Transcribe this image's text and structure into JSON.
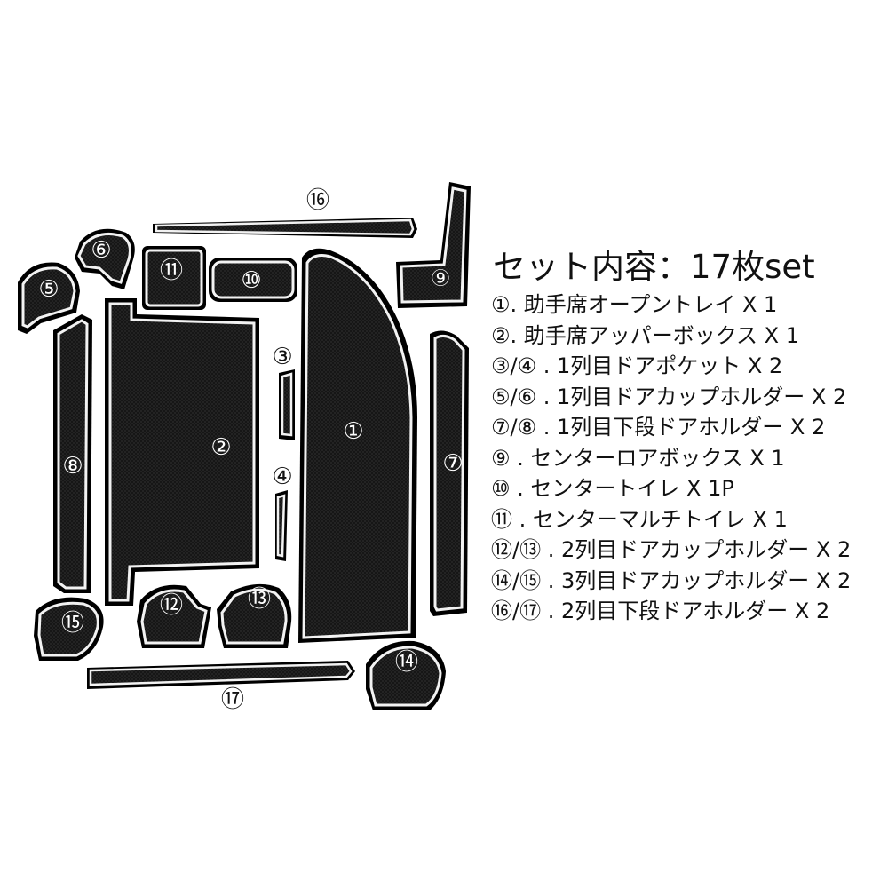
{
  "set_title": "セット内容：17枚set",
  "items": [
    "①. 助手席オープントレイ X 1",
    "②. 助手席アッパーボックス X 1",
    "③/④ . 1列目ドアポケット X 2",
    "⑤/⑥ . 1列目ドアカップホルダー X 2",
    "⑦/⑧ . 1列目下段ドアホルダー X 2",
    "⑨ . センターロアボックス X 1",
    "⑩ . センタートイレ X 1P",
    "⑪ . センターマルチトイレ X 1",
    "⑫/⑬ . 2列目ドアカップホルダー X 2",
    "⑭/⑮ . 3列目ドアカップホルダー X 2",
    "⑯/⑰ . 2列目下段ドアホルダー X 2"
  ],
  "mats": [
    {
      "id": "1",
      "label": "①"
    },
    {
      "id": "2",
      "label": "②"
    },
    {
      "id": "3",
      "label": "③"
    },
    {
      "id": "4",
      "label": "④"
    },
    {
      "id": "5",
      "label": "⑤"
    },
    {
      "id": "6",
      "label": "⑥"
    },
    {
      "id": "7",
      "label": "⑦"
    },
    {
      "id": "8",
      "label": "⑧"
    },
    {
      "id": "9",
      "label": "⑨"
    },
    {
      "id": "10",
      "label": "⑩"
    },
    {
      "id": "11",
      "label": "⑪"
    },
    {
      "id": "12",
      "label": "⑫"
    },
    {
      "id": "13",
      "label": "⑬"
    },
    {
      "id": "14",
      "label": "⑭"
    },
    {
      "id": "15",
      "label": "⑮"
    },
    {
      "id": "16",
      "label": "⑯"
    },
    {
      "id": "17",
      "label": "⑰"
    }
  ],
  "colors": {
    "mat_fill": "#141414",
    "mat_inner": "#1e1e1e",
    "mat_edge": "#f2f2f2",
    "outline": "#000000",
    "label_bg": "#ffffff",
    "text": "#111111"
  }
}
